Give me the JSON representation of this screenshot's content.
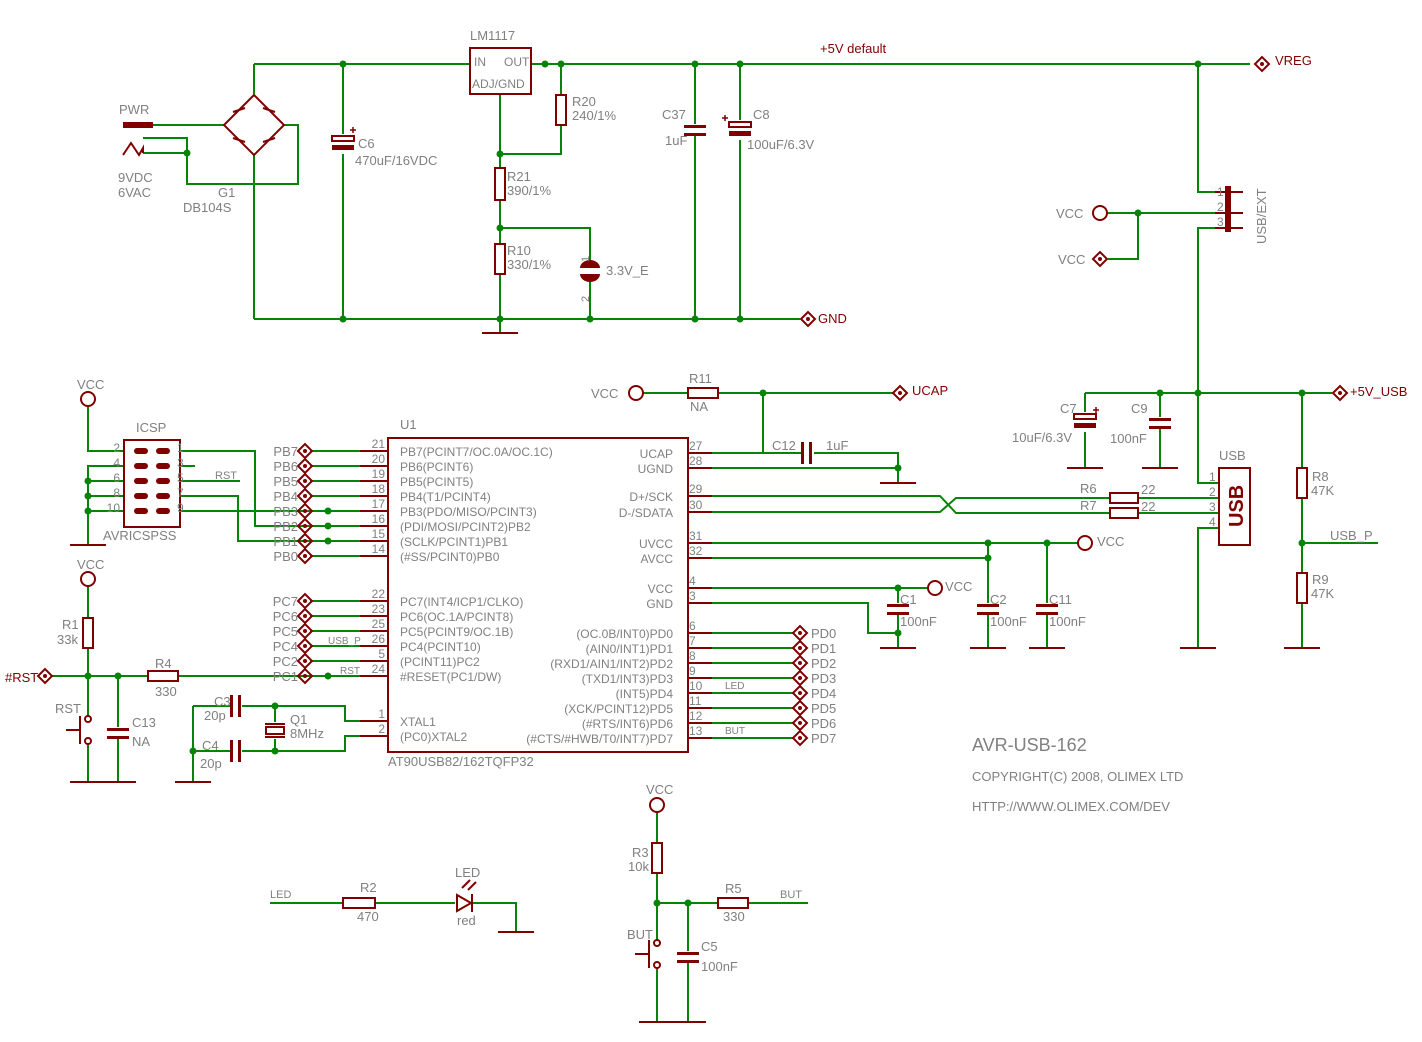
{
  "title": {
    "name": "AVR-USB-162",
    "copyright": "COPYRIGHT(C) 2008, OLIMEX LTD",
    "url": "HTTP://WWW.OLIMEX.COM/DEV"
  },
  "colors": {
    "wire": "#078407",
    "part": "#800000",
    "text": "#808080",
    "net_label": "#800000",
    "junction": "#078407"
  },
  "power": {
    "pwr": "PWR",
    "v1": "9VDC",
    "v2": "6VAC",
    "bridge_ref": "G1",
    "bridge_val": "DB104S",
    "c6_ref": "C6",
    "c6_val": "470uF/16VDC",
    "reg_part": "LM1117",
    "reg_in": "IN",
    "reg_out": "OUT",
    "reg_adj": "ADJ/GND",
    "r20_ref": "R20",
    "r20_val": "240/1%",
    "r21_ref": "R21",
    "r21_val": "390/1%",
    "r10_ref": "R10",
    "r10_val": "330/1%",
    "jp_ref": "3.3V_E",
    "jp_pin1": "1",
    "jp_pin2": "2",
    "c37_ref": "C37",
    "c37_val": "1uF",
    "c8_ref": "C8",
    "c8_val": "100uF/6.3V",
    "rail_label": "+5V default",
    "vreg": "VREG",
    "gnd": "GND"
  },
  "usb_ext": {
    "label": "USB/EXT",
    "pins": [
      "1",
      "2",
      "3"
    ],
    "vcc1": "VCC",
    "vcc2": "VCC"
  },
  "usb": {
    "net": "+5V_USB",
    "conn_ref": "USB",
    "conn_text": "USB",
    "pins": [
      "1",
      "2",
      "3",
      "4"
    ],
    "c7_ref": "C7",
    "c7_val": "10uF/6.3V",
    "c9_ref": "C9",
    "c9_val": "100nF",
    "r6_ref": "R6",
    "r6_val": "22",
    "r7_ref": "R7",
    "r7_val": "22",
    "r8_ref": "R8",
    "r8_val": "47K",
    "r9_ref": "R9",
    "r9_val": "47K",
    "usb_p": "USB_P"
  },
  "ucap": {
    "vcc": "VCC",
    "r11_ref": "R11",
    "r11_val": "NA",
    "net": "UCAP",
    "c12_ref": "C12",
    "c12_val": "1uF"
  },
  "decoupling": {
    "uvcc_vcc": "VCC",
    "vcc2": "VCC",
    "c1_ref": "C1",
    "c1_val": "100nF",
    "c2_ref": "C2",
    "c2_val": "100nF",
    "c11_ref": "C11",
    "c11_val": "100nF"
  },
  "u1": {
    "ref": "U1",
    "part": "AT90USB82/162TQFP32",
    "left_pins": [
      {
        "num": "21",
        "func": "PB7(PCINT7/OC.0A/OC.1C)",
        "port": "PB7"
      },
      {
        "num": "20",
        "func": "PB6(PCINT6)",
        "port": "PB6"
      },
      {
        "num": "19",
        "func": "PB5(PCINT5)",
        "port": "PB5"
      },
      {
        "num": "18",
        "func": "PB4(T1/PCINT4)",
        "port": "PB4"
      },
      {
        "num": "17",
        "func": "PB3(PDO/MISO/PCINT3)",
        "port": "PB3"
      },
      {
        "num": "16",
        "func": "(PDI/MOSI/PCINT2)PB2",
        "port": "PB2"
      },
      {
        "num": "15",
        "func": "(SCLK/PCINT1)PB1",
        "port": "PB1"
      },
      {
        "num": "14",
        "func": "(#SS/PCINT0)PB0",
        "port": "PB0"
      },
      {
        "num": "22",
        "func": "PC7(INT4/ICP1/CLKO)",
        "port": "PC7"
      },
      {
        "num": "23",
        "func": "PC6(OC.1A/PCINT8)",
        "port": "PC6"
      },
      {
        "num": "25",
        "func": "PC5(PCINT9/OC.1B)",
        "port": "PC5"
      },
      {
        "num": "26",
        "func": "PC4(PCINT10)",
        "port": "PC4",
        "net": "USB_P"
      },
      {
        "num": "5",
        "func": "(PCINT11)PC2",
        "port": "PC2"
      },
      {
        "num": "24",
        "func": "#RESET(PC1/DW)",
        "port": "PC1",
        "net": "RST"
      },
      {
        "num": "1",
        "func": "XTAL1"
      },
      {
        "num": "2",
        "func": "(PC0)XTAL2"
      }
    ],
    "right_pins": [
      {
        "num": "27",
        "func": "UCAP"
      },
      {
        "num": "28",
        "func": "UGND"
      },
      {
        "num": "29",
        "func": "D+/SCK"
      },
      {
        "num": "30",
        "func": "D-/SDATA"
      },
      {
        "num": "31",
        "func": "UVCC"
      },
      {
        "num": "32",
        "func": "AVCC"
      },
      {
        "num": "4",
        "func": "VCC"
      },
      {
        "num": "3",
        "func": "GND"
      },
      {
        "num": "6",
        "func": "(OC.0B/INT0)PD0",
        "port": "PD0"
      },
      {
        "num": "7",
        "func": "(AIN0/INT1)PD1",
        "port": "PD1"
      },
      {
        "num": "8",
        "func": "(RXD1/AIN1/INT2)PD2",
        "port": "PD2"
      },
      {
        "num": "9",
        "func": "(TXD1/INT3)PD3",
        "port": "PD3"
      },
      {
        "num": "10",
        "func": "(INT5)PD4",
        "port": "PD4",
        "net": "LED"
      },
      {
        "num": "11",
        "func": "(XCK/PCINT12)PD5",
        "port": "PD5"
      },
      {
        "num": "12",
        "func": "(#RTS/INT6)PD6",
        "port": "PD6",
        "net": "BUT"
      },
      {
        "num": "13",
        "func": "(#CTS/#HWB/T0/INT7)PD7",
        "port": "PD7"
      }
    ]
  },
  "icsp": {
    "vcc": "VCC",
    "ref": "ICSP",
    "part": "AVRICSPSS",
    "left_pins": [
      "2",
      "4",
      "6",
      "8",
      "10"
    ],
    "right_pins": [
      "1",
      "3",
      "5",
      "7",
      "9"
    ],
    "rst": "RST"
  },
  "reset": {
    "vcc": "VCC",
    "r1_ref": "R1",
    "r1_val": "33k",
    "net": "#RST",
    "r4_ref": "R4",
    "r4_val": "330",
    "sw": "RST",
    "c13_ref": "C13",
    "c13_val": "NA"
  },
  "crystal": {
    "c3_ref": "C3",
    "c3_val": "20p",
    "c4_ref": "C4",
    "c4_val": "20p",
    "q1_ref": "Q1",
    "q1_val": "8MHz"
  },
  "led": {
    "net": "LED",
    "r2_ref": "R2",
    "r2_val": "470",
    "led_ref": "LED",
    "led_val": "red"
  },
  "button": {
    "vcc": "VCC",
    "r3_ref": "R3",
    "r3_val": "10k",
    "r5_ref": "R5",
    "r5_val": "330",
    "net": "BUT",
    "sw": "BUT",
    "c5_ref": "C5",
    "c5_val": "100nF"
  }
}
